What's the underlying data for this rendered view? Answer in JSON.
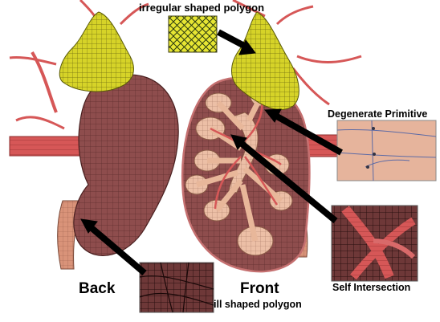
{
  "labels": {
    "top": "irregular shaped polygon",
    "degenerate": "Degenerate Primitive",
    "back": "Back",
    "front": "Front",
    "self_intersection": "Self Intersection",
    "ill": "ill shaped polygon"
  },
  "colors": {
    "adrenal": "#d8d52a",
    "kidney": "#8a4a4a",
    "kidney_front_edge": "#bf6d6d",
    "pelvis": "#e8b79a",
    "vessel": "#d85a5a",
    "ureter": "#d8927a"
  }
}
